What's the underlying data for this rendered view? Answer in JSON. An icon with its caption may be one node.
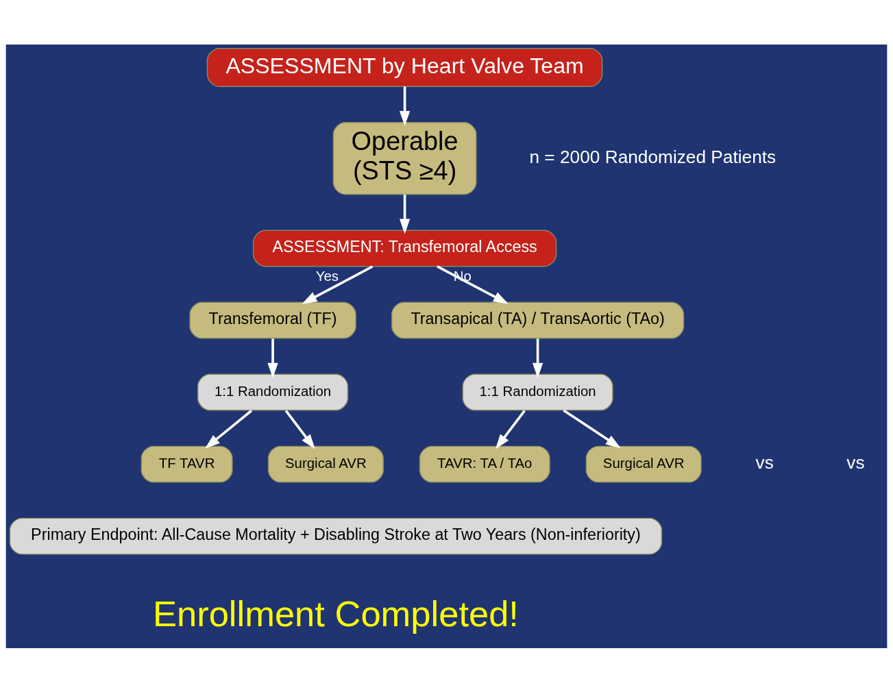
{
  "diagram": {
    "nodes": [
      {
        "text": [
          "ASSESSMENT by Heart Valve Team"
        ]
      },
      {
        "text": [
          "Operable",
          "(STS ≥4)"
        ]
      },
      {
        "text": [
          "ASSESSMENT: Transfemoral Access"
        ]
      },
      {
        "text": [
          "Transfemoral (TF)"
        ]
      },
      {
        "text": [
          "Transapical (TA) / TransAortic (TAo)"
        ]
      },
      {
        "text": [
          "1:1 Randomization"
        ]
      },
      {
        "text": [
          "1:1 Randomization"
        ]
      },
      {
        "text": [
          "TF TAVR"
        ]
      },
      {
        "text": [
          "Surgical AVR"
        ]
      },
      {
        "text": [
          "TAVR: TA / TAo"
        ]
      },
      {
        "text": [
          "Surgical AVR"
        ]
      },
      {
        "text": [
          "Primary Endpoint: All-Cause Mortality + Disabling Stroke at Two Years (Non-inferiority)"
        ]
      }
    ],
    "edges": [
      {
        "from": 0,
        "to": 1,
        "arrow": "to"
      },
      {
        "from": 1,
        "to": 2,
        "arrow": "to"
      },
      {
        "from": 2,
        "to": 3,
        "arrow": "to",
        "label": "Yes"
      },
      {
        "from": 2,
        "to": 4,
        "arrow": "to",
        "label": "No"
      },
      {
        "from": 3,
        "to": 5,
        "arrow": "to"
      },
      {
        "from": 4,
        "to": 6,
        "arrow": "to"
      },
      {
        "from": 5,
        "to": 7,
        "arrow": "to"
      },
      {
        "from": 5,
        "to": 8,
        "arrow": "to"
      },
      {
        "from": 6,
        "to": 9,
        "arrow": "to"
      },
      {
        "from": 6,
        "to": 10,
        "arrow": "to"
      }
    ],
    "labels": [
      "n = 2000 Randomized Patients",
      "vs",
      "vs",
      "Enrollment Completed!"
    ]
  }
}
